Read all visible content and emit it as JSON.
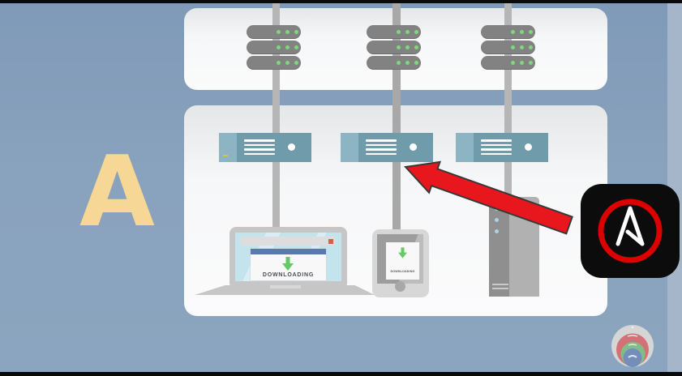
{
  "scene": {
    "title_letter": "A",
    "description_counts": {
      "server_stacks": 3,
      "servers_per_stack": 3,
      "switches": 3,
      "client_devices": 3
    }
  },
  "laptop": {
    "status_text": "DOWNLOADING"
  },
  "phone": {
    "status_text": "DOWNLOADING"
  },
  "ansible_badge": {
    "letter": "A"
  },
  "icons": {
    "server": "server-stack-icon",
    "switch": "network-switch-icon",
    "laptop": "laptop-icon",
    "phone": "smartphone-icon",
    "tower": "pc-tower-icon",
    "download": "download-arrow-icon",
    "pointer": "red-arrow-pointer",
    "badge": "ansible-logo-icon",
    "watermark": "channel-logo-watermark"
  },
  "colors": {
    "background": "#89a2bd",
    "panel": "#f6f7f8",
    "letter_tan": "#f6d795",
    "switch_teal": "#6f9bab",
    "switch_teal_light": "#8db4c2",
    "server_gray": "#828282",
    "led_green": "#7dd87d",
    "download_green": "#66c966",
    "arrow_red": "#e8161d",
    "ansible_ring_red": "#dc0000",
    "window_header_blue": "#5a78b5"
  }
}
